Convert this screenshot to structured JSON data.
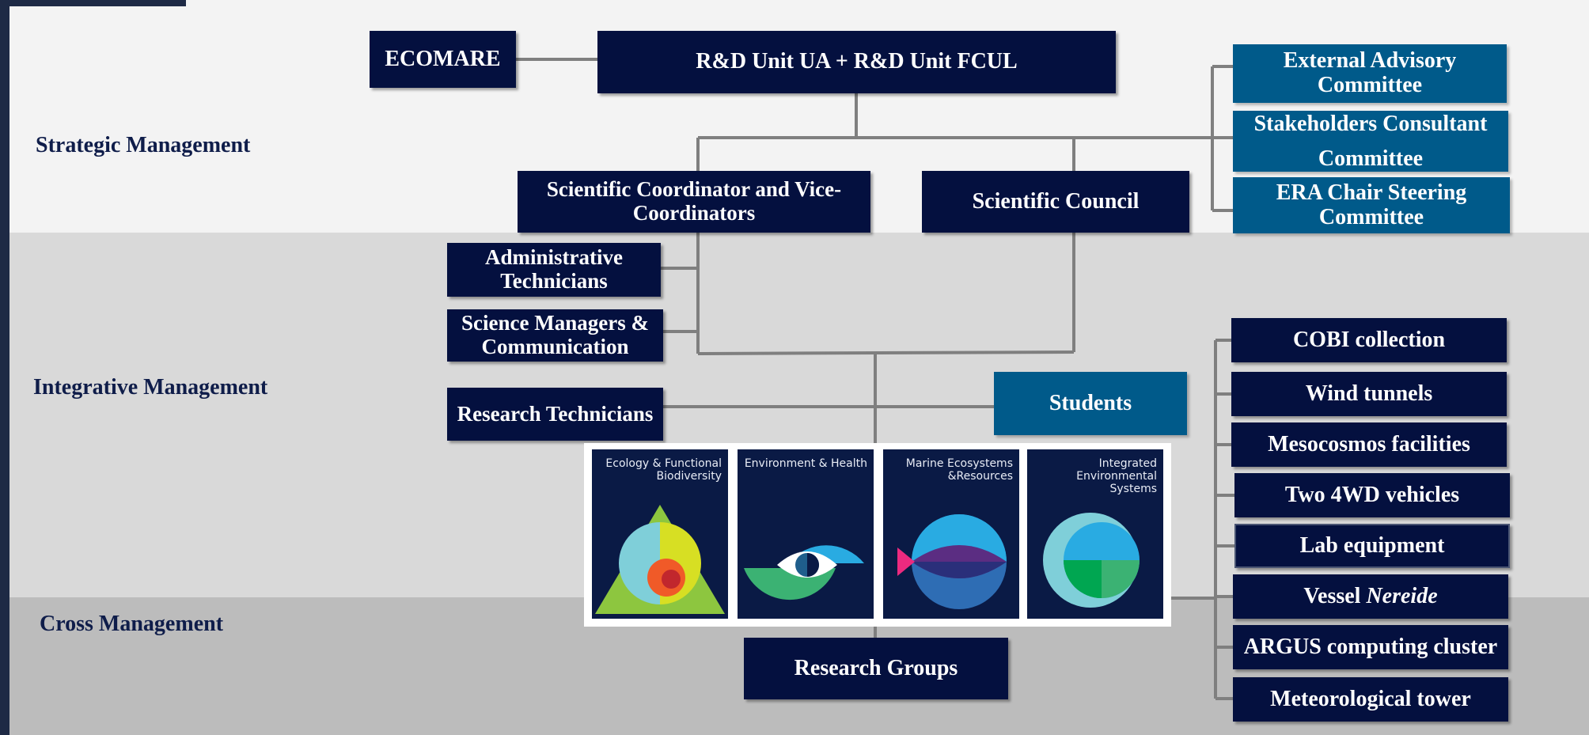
{
  "levels": {
    "strategic": "Strategic Management",
    "integrative": "Integrative Management",
    "cross": "Cross Management"
  },
  "nodes": {
    "ecomare": "ECOMARE",
    "rd_unit": "R&D Unit  UA + R&D Unit  FCUL",
    "scientific_coordinator": "Scientific Coordinator and Vice-Coordinators",
    "scientific_council": "Scientific Council",
    "external_advisory": "External Advisory Committee",
    "stakeholders_consultant": "Stakeholders Consultant Committee",
    "era_chair": "ERA Chair Steering Committee",
    "administrative_technicians": "Administrative Technicians",
    "science_managers": "Science Managers & Communication",
    "research_technicians": "Research Technicians",
    "students": "Students",
    "research_groups": "Research  Groups"
  },
  "research_areas": [
    "Ecology & Functional Biodiversity",
    "Environment & Health",
    "Marine Ecosystems &Resources",
    "Integrated Environmental Systems"
  ],
  "facilities": [
    {
      "text": "COBI collection"
    },
    {
      "text": "Wind tunnels"
    },
    {
      "text": "Mesocosmos facilities"
    },
    {
      "text": "Two 4WD vehicles"
    },
    {
      "text": "Lab equipment"
    },
    {
      "text": "Vessel ",
      "italic": "Nereide"
    },
    {
      "text": "ARGUS computing cluster"
    },
    {
      "text": "Meteorological tower"
    }
  ],
  "colors": {
    "navy": "#04103f",
    "teal": "#005a8a",
    "connector": "#7f7f7f"
  }
}
